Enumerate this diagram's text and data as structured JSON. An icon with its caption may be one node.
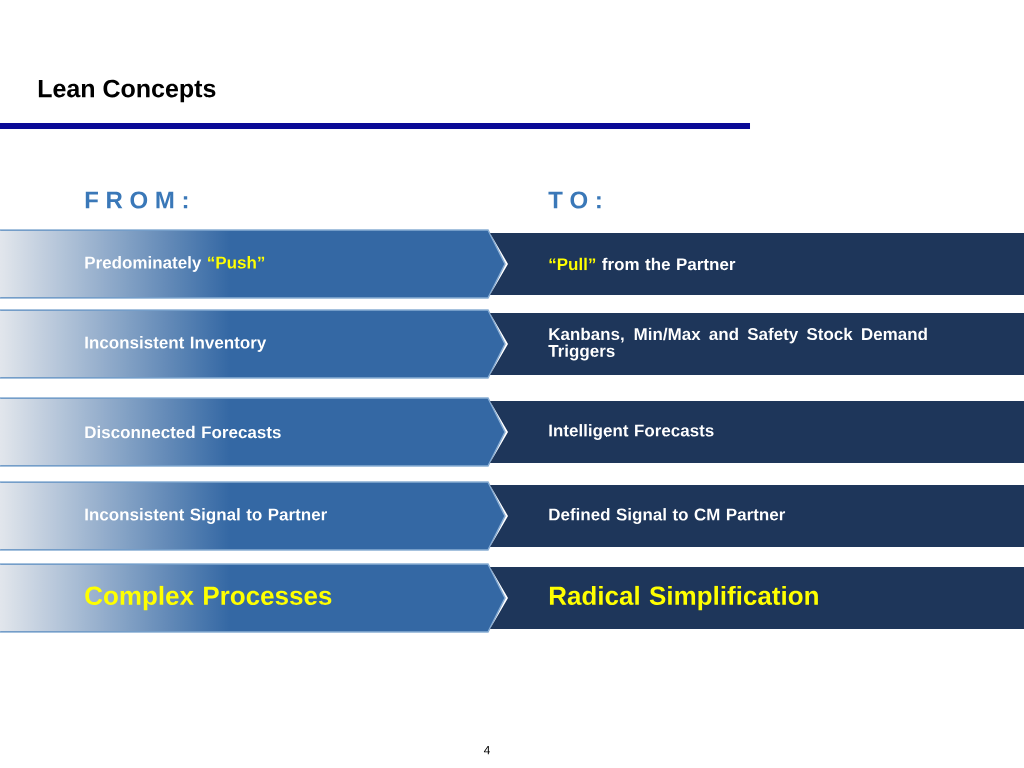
{
  "diagram": {
    "title": "Lean Concepts",
    "nodes": [
      {
        "text": [
          "Predominately",
          "“Push”"
        ]
      },
      {
        "text": [
          "“Pull”",
          "from the Partner"
        ]
      },
      {
        "text": [
          "Inconsistent Inventory"
        ]
      },
      {
        "text": [
          "Kanbans,  Min/Max and Safety Stock Demand Triggers"
        ]
      },
      {
        "text": [
          "Disconnected Forecasts"
        ]
      },
      {
        "text": [
          "Intelligent Forecasts"
        ]
      },
      {
        "text": [
          "Inconsistent Signal to Partner"
        ]
      },
      {
        "text": [
          "Defined Signal to CM Partner"
        ]
      },
      {
        "text": [
          "Complex Processes"
        ]
      },
      {
        "text": [
          "Radical Simplification"
        ]
      }
    ],
    "labels": [
      "F R O M :",
      "T O :",
      "4"
    ]
  }
}
